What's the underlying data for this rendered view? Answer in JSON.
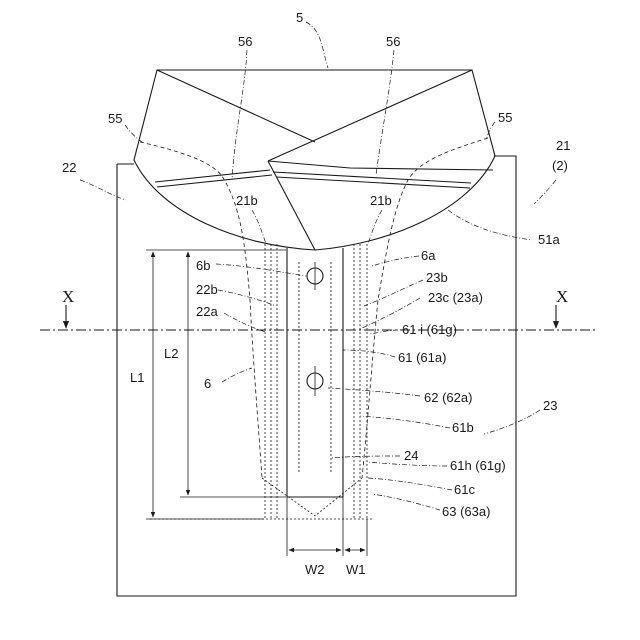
{
  "labels": {
    "fig_5": "5",
    "l56_left": "56",
    "l56_right": "56",
    "l55_left": "55",
    "l55_right": "55",
    "l21": "21",
    "l2": "(2)",
    "l22": "22",
    "l21b_left": "21b",
    "l21b_right": "21b",
    "l51a": "51a",
    "l6a": "6a",
    "l6b": "6b",
    "l23b": "23b",
    "l22b": "22b",
    "l23c": "23c (23a)",
    "l22a": "22a",
    "x_left": "X",
    "x_right": "X",
    "l61i": "61 i (61g)",
    "l61": "61 (61a)",
    "L2": "L2",
    "L1": "L1",
    "l6": "6",
    "l62": "62 (62a)",
    "l23": "23",
    "l61b": "61b",
    "l24": "24",
    "l61h": "61h (61g)",
    "l61c": "61c",
    "l63": "63 (63a)",
    "W2": "W2",
    "W1": "W1"
  }
}
